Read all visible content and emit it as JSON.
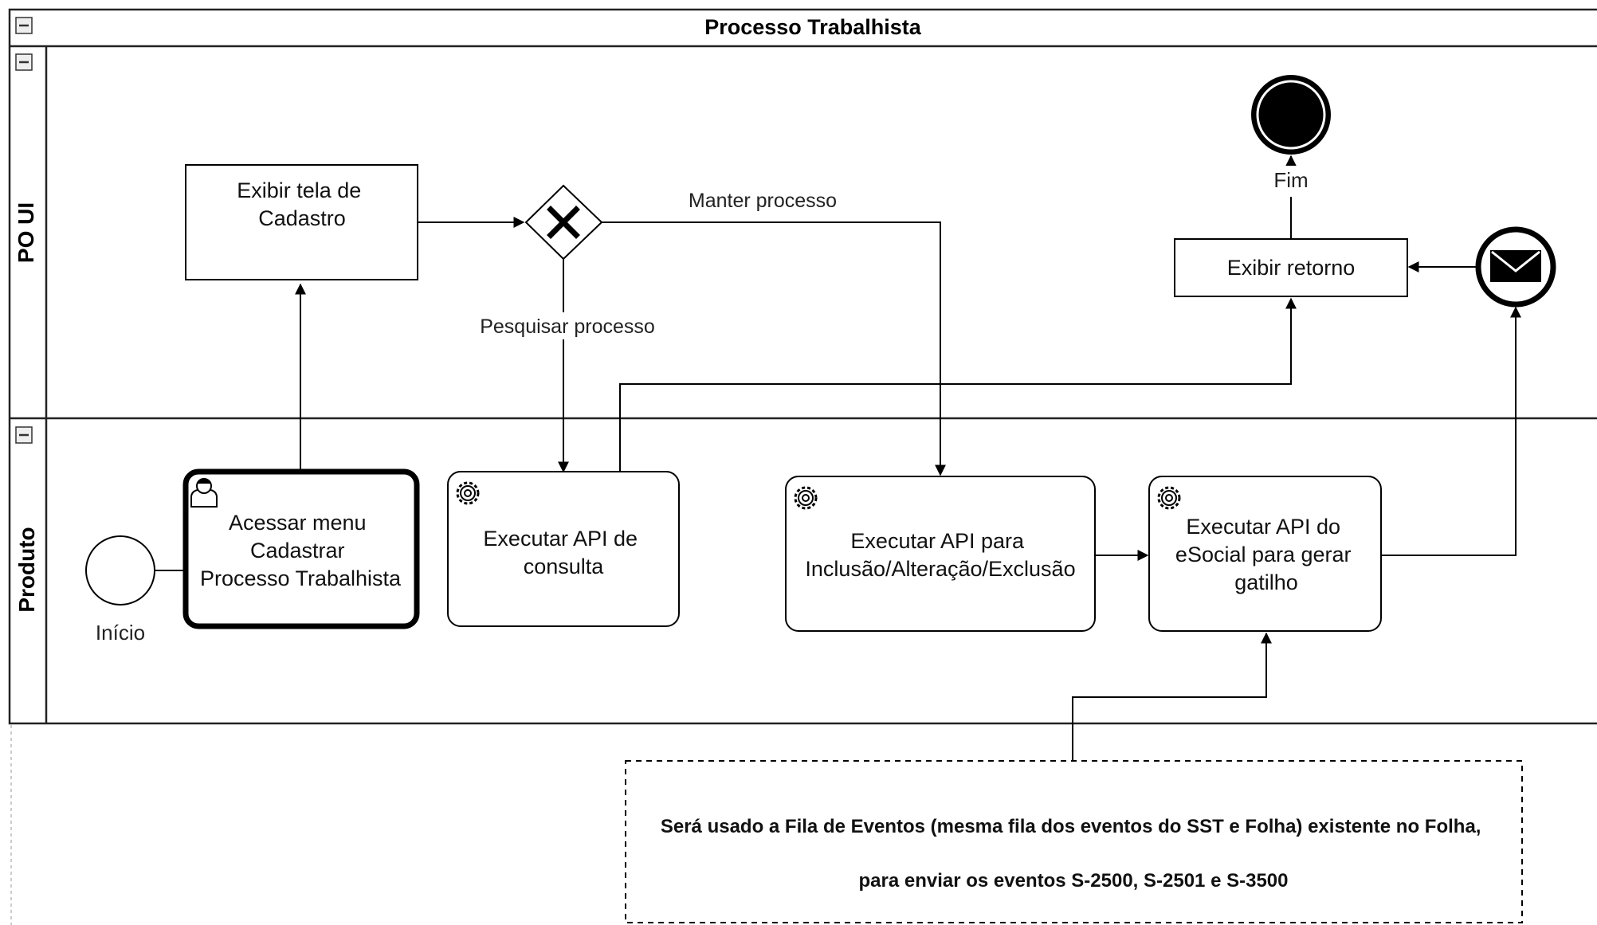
{
  "pool": {
    "title": "Processo Trabalhista"
  },
  "lanes": {
    "ui": "PO UI",
    "produto": "Produto"
  },
  "events": {
    "start": "Início",
    "end": "Fim"
  },
  "tasks": {
    "exibir_tela": [
      "Exibir tela de",
      "Cadastro"
    ],
    "acessar_menu": [
      "Acessar menu",
      "Cadastrar",
      "Processo Trabalhista"
    ],
    "api_consulta": [
      "Executar API de",
      "consulta"
    ],
    "api_inclusao": [
      "Executar API para",
      "Inclusão/Alteração/Exclusão"
    ],
    "api_esocial": [
      "Executar API do",
      "eSocial para gerar",
      "gatilho"
    ],
    "exibir_retorno": [
      "Exibir retorno"
    ]
  },
  "flows": {
    "manter": "Manter processo",
    "pesquisar": "Pesquisar processo"
  },
  "annotation": [
    "Será usado a Fila de Eventos (mesma fila dos eventos do SST e Folha) existente no Folha,",
    "para enviar os eventos S-2500, S-2501 e S-3500"
  ]
}
